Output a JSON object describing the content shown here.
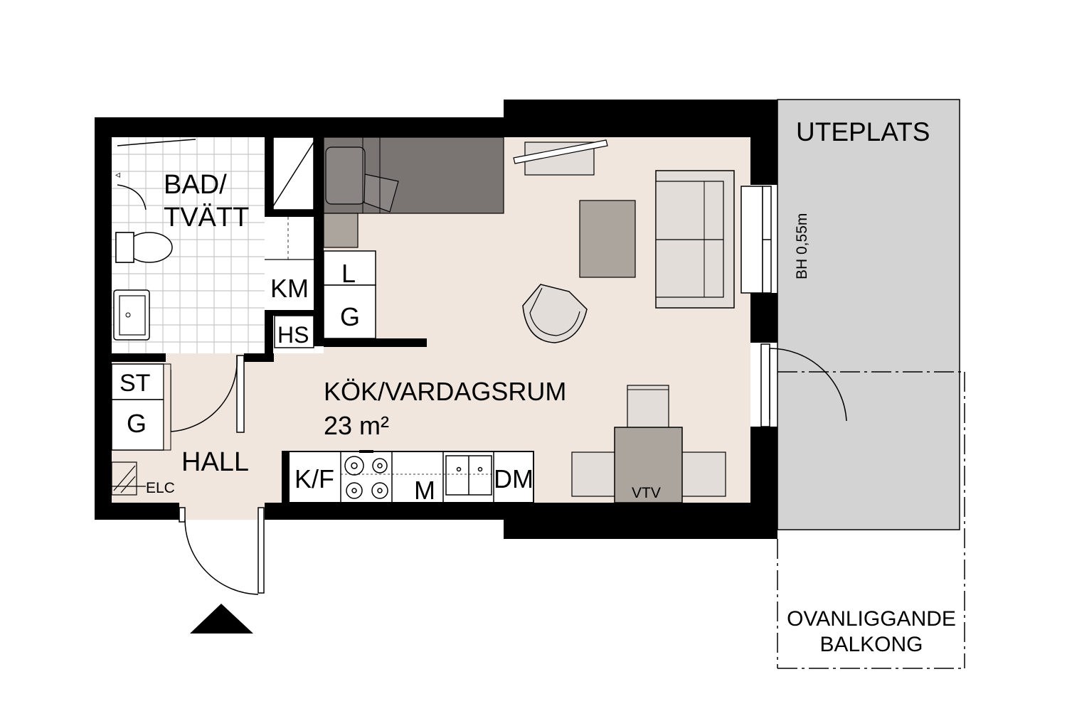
{
  "rooms": {
    "bath": {
      "line1": "BAD/",
      "line2": "TVÄTT"
    },
    "living": {
      "name": "KÖK/VARDAGSRUM",
      "area": "23 m²"
    },
    "hall": {
      "name": "HALL"
    },
    "patio": {
      "name": "UTEPLATS"
    },
    "balcony_above": {
      "line1": "OVANLIGGANDE",
      "line2": "BALKONG"
    }
  },
  "fixtures": {
    "km": "KM",
    "hs": "HS",
    "linen": "L",
    "wardrobe_top": "G",
    "storage": "ST",
    "wardrobe_hall": "G",
    "elc": "ELC",
    "kf": "K/F",
    "m": "M",
    "dm": "DM",
    "vtv": "VTV"
  },
  "annotations": {
    "sill_height": "BH 0,55m"
  },
  "colors": {
    "wall": "#000000",
    "floor": "#f0e6de",
    "patio": "#d3d3d3",
    "bed": "#7a7572",
    "furniture_dark": "#aba59d",
    "furniture_light": "#e2ddd8"
  }
}
